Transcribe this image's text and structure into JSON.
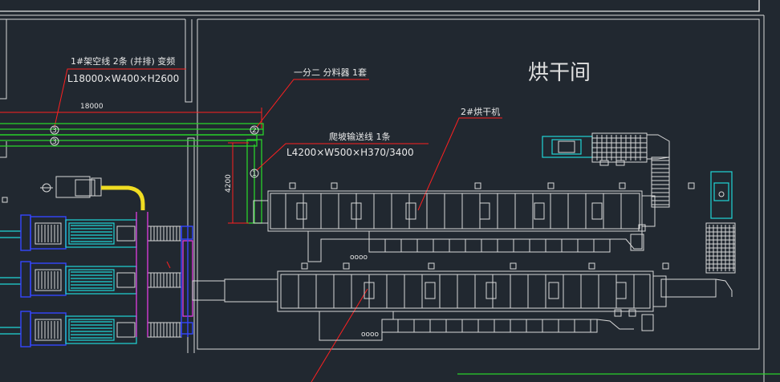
{
  "room_label": "烘干间",
  "annotations": {
    "overhead_line_title": "1#架空线 2条 (并排) 变频",
    "overhead_line_dims": "L18000×W400×H2600",
    "splitter": "一分二 分料器 1套",
    "dryer_2": "2#烘干机",
    "incline_title": "爬坡输送线 1条",
    "incline_dims": "L4200×W500×H370/3400"
  },
  "dimensions": {
    "horizontal_length": "18000",
    "vertical_length": "4200"
  },
  "markers": [
    "1",
    "2",
    "3",
    "3"
  ],
  "colors": {
    "background": "#212830",
    "walls": "#d8d8d8",
    "conveyor": "#29d12a",
    "annotation_leader": "#ff2020",
    "machine_cyan": "#21d6d6",
    "frame_blue": "#3446ff",
    "magenta": "#e23de2",
    "yellow_bend": "#f0dd22"
  }
}
